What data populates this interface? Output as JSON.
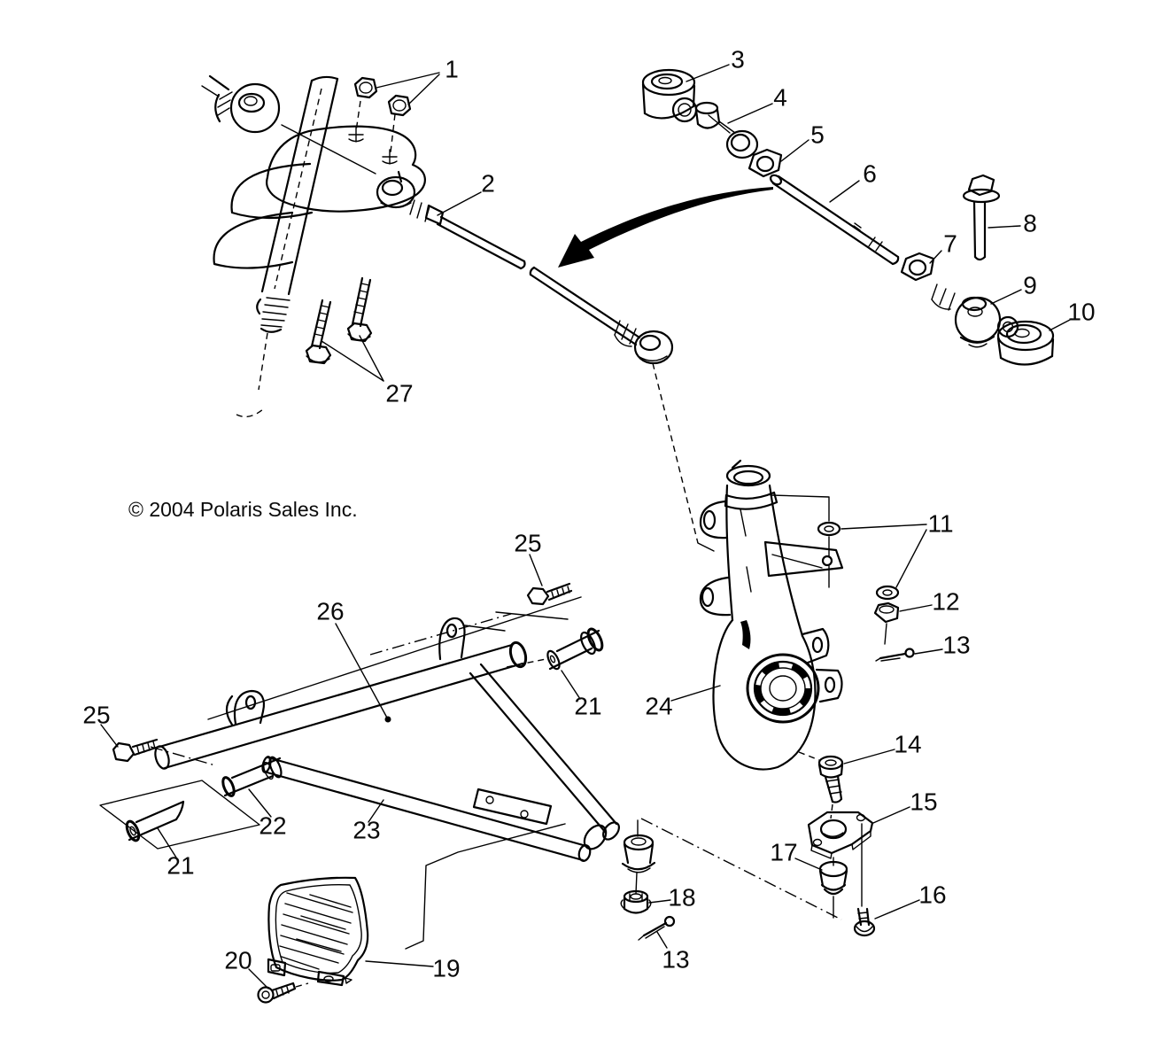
{
  "diagram": {
    "copyright": "© 2004 Polaris Sales Inc.",
    "colors": {
      "background": "#ffffff",
      "ink": "#000000"
    },
    "callouts": [
      {
        "label": "1"
      },
      {
        "label": "2"
      },
      {
        "label": "3"
      },
      {
        "label": "4"
      },
      {
        "label": "5"
      },
      {
        "label": "6"
      },
      {
        "label": "7"
      },
      {
        "label": "8"
      },
      {
        "label": "9"
      },
      {
        "label": "10"
      },
      {
        "label": "11"
      },
      {
        "label": "12"
      },
      {
        "label": "13"
      },
      {
        "label": "14"
      },
      {
        "label": "15"
      },
      {
        "label": "16"
      },
      {
        "label": "17"
      },
      {
        "label": "18"
      },
      {
        "label": "13"
      },
      {
        "label": "19"
      },
      {
        "label": "20"
      },
      {
        "label": "21"
      },
      {
        "label": "21"
      },
      {
        "label": "22"
      },
      {
        "label": "23"
      },
      {
        "label": "24"
      },
      {
        "label": "25"
      },
      {
        "label": "25"
      },
      {
        "label": "26"
      },
      {
        "label": "27"
      }
    ]
  }
}
